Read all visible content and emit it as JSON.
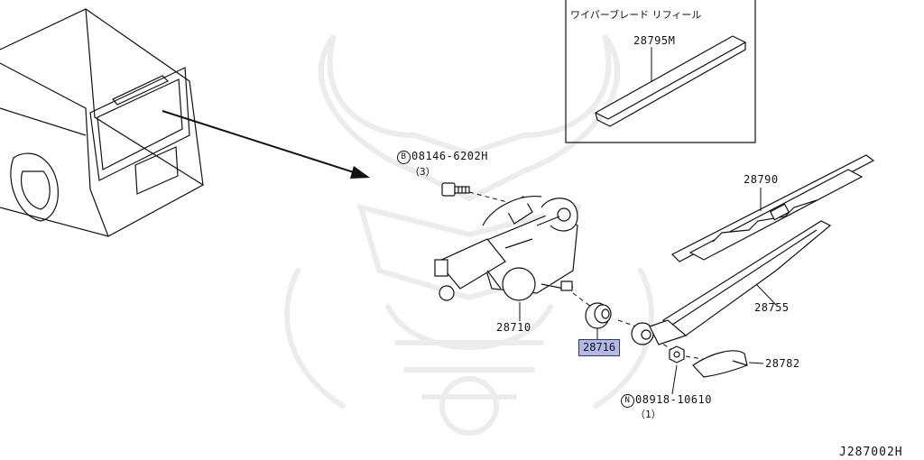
{
  "inset": {
    "title": "ワイパーブレード リフィール",
    "part": "28795M"
  },
  "parts": {
    "bolt_code": "08146-6202H",
    "bolt_qty": "（3）",
    "bolt_prefix": "B",
    "motor": "28710",
    "cap": "28716",
    "blade": "28790",
    "arm": "28755",
    "cover": "28782",
    "nut_code": "08918-10610",
    "nut_qty": "（1）",
    "nut_prefix": "N"
  },
  "diagram_code": "J287002H",
  "colors": {
    "highlight_fill": "#b3b8e8",
    "highlight_border": "#2b3a78",
    "line": "#111111"
  }
}
